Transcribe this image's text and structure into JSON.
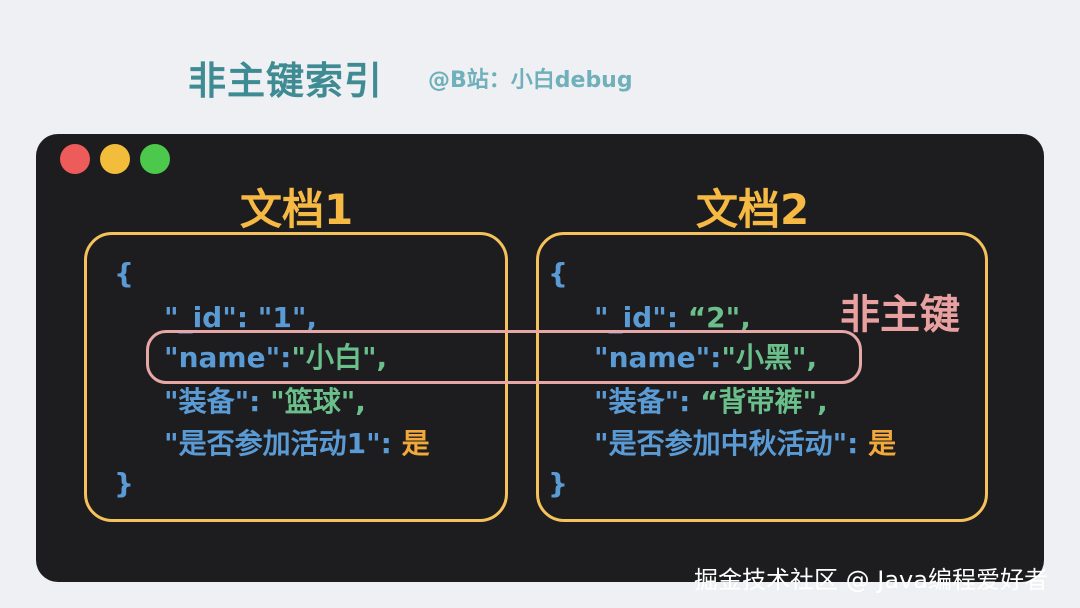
{
  "header": {
    "title": "非主键索引",
    "subtitle": "@B站：小白debug"
  },
  "docs": [
    {
      "title": "文档1",
      "open_brace": "{",
      "close_brace": "}",
      "lines": [
        {
          "key": "\"_id\": ",
          "value": "\"1\",",
          "value_color": "key"
        },
        {
          "key": "\"name\":",
          "value": "\"小白\",",
          "value_color": "green"
        },
        {
          "key": "\"装备\": ",
          "value": "\"篮球\",",
          "value_color": "green"
        },
        {
          "key": "\"是否参加活动1\": ",
          "value": "是",
          "value_color": "yellow"
        }
      ]
    },
    {
      "title": "文档2",
      "open_brace": "{",
      "close_brace": "}",
      "lines": [
        {
          "key": "\"_id\": ",
          "value": " “2\",",
          "value_color": "key"
        },
        {
          "key": "\"name\":",
          "value": "\"小黑\",",
          "value_color": "green"
        },
        {
          "key": "\"装备\": ",
          "value": " “背带裤\",",
          "value_color": "green"
        },
        {
          "key": "\"是否参加中秋活动\": ",
          "value": "是",
          "value_color": "yellow"
        }
      ]
    }
  ],
  "annotation": {
    "label": "非主键"
  },
  "watermark": "掘金技术社区 @ Java编程爱好者",
  "colors": {
    "title": "#3f8b93",
    "box_border": "#f5c15a",
    "key": "#5b9bd5",
    "green": "#6abf8a",
    "yellow": "#f2a83a",
    "highlight": "#e8a7a7"
  }
}
